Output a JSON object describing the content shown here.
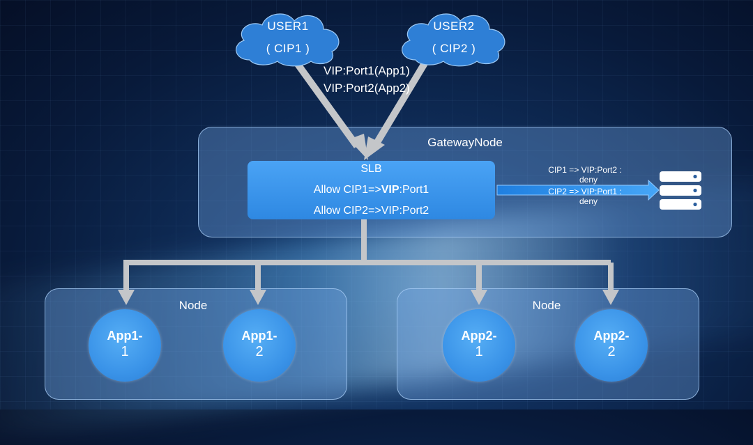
{
  "users": [
    {
      "name": "USER1",
      "ip": "( CIP1 )"
    },
    {
      "name": "USER2",
      "ip": "( CIP2 )"
    }
  ],
  "vip_lines": [
    "VIP:Port1(App1)",
    "VIP:Port2(App2)"
  ],
  "gateway": {
    "title": "GatewayNode",
    "slb": {
      "title": "SLB",
      "rule1_prefix": "Allow CIP1=>",
      "rule1_bold": "VIP",
      "rule1_suffix": ":Port1",
      "rule2": "Allow CIP2=>VIP:Port2"
    },
    "deny_rules": [
      {
        "line1": "CIP1 => VIP:Port2 :",
        "line2": "deny"
      },
      {
        "line1": "CIP2 => VIP:Port1 :",
        "line2": "deny"
      }
    ]
  },
  "nodes": [
    {
      "title": "Node",
      "apps": [
        {
          "name": "App1-",
          "num": "1"
        },
        {
          "name": "App1-",
          "num": "2"
        }
      ]
    },
    {
      "title": "Node",
      "apps": [
        {
          "name": "App2-",
          "num": "1"
        },
        {
          "name": "App2-",
          "num": "2"
        }
      ]
    }
  ],
  "colors": {
    "arrow_gray": "#c4c6c9",
    "slb_blue": "#3a93e8",
    "deny_arrow": "#2f8fe8"
  }
}
